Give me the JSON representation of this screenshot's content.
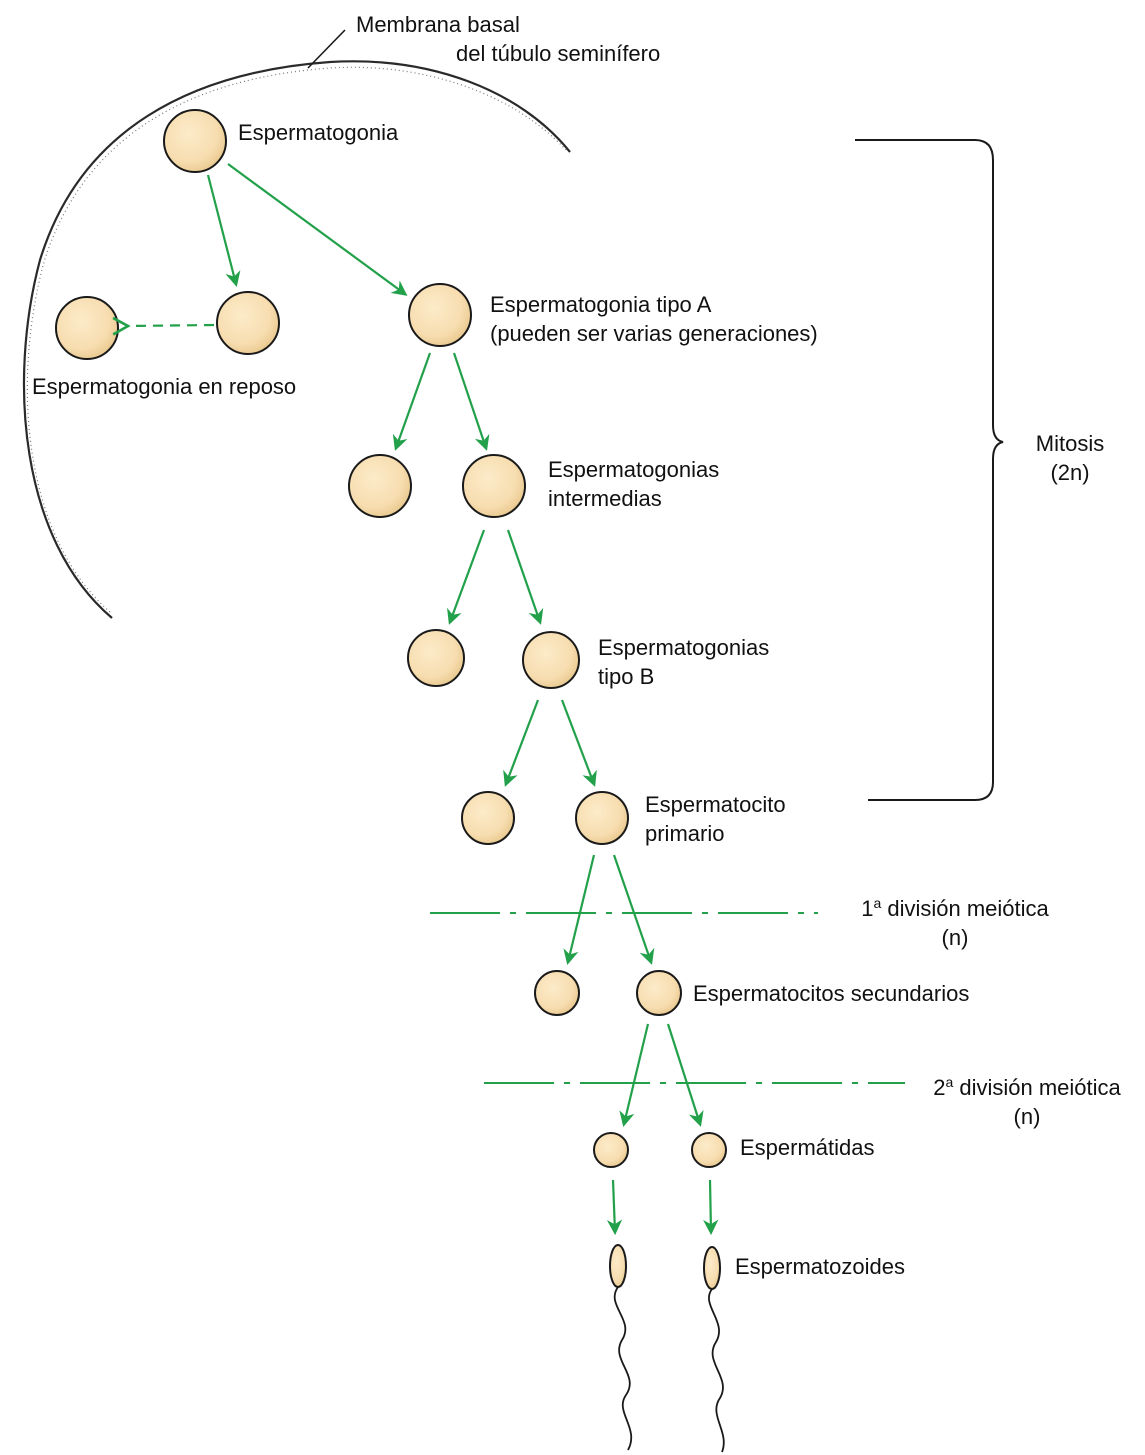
{
  "colors": {
    "cell_fill": "#f7ddb0",
    "cell_stroke": "#1a1a1a",
    "arrow": "#22a04a",
    "meiosis_line": "#22a04a",
    "bracket": "#1a1a1a",
    "text": "#111111"
  },
  "labels": {
    "membrane_line1": "Membrana basal",
    "membrane_line2": "del túbulo seminífero",
    "spermatogonium": "Espermatogonia",
    "type_a_line1": "Espermatogonia tipo A",
    "type_a_line2": "(pueden ser varias generaciones)",
    "resting": "Espermatogonia en reposo",
    "intermediate_line1": "Espermatogonias",
    "intermediate_line2": "intermedias",
    "type_b_line1": "Espermatogonias",
    "type_b_line2": "tipo B",
    "primary_line1": "Espermatocito",
    "primary_line2": "primario",
    "meiosis1_number": "1",
    "meiosis1_sup": "a",
    "meiosis1_text": " división meiótica",
    "meiosis1_ploidy": "(n)",
    "secondary": "Espermatocitos secundarios",
    "meiosis2_number": "2",
    "meiosis2_sup": "a",
    "meiosis2_text": " división meiótica",
    "meiosis2_ploidy": "(n)",
    "spermatids": "Espermátidas",
    "spermatozoa": "Espermatozoides",
    "mitosis": "Mitosis",
    "mitosis_ploidy": "(2n)"
  }
}
